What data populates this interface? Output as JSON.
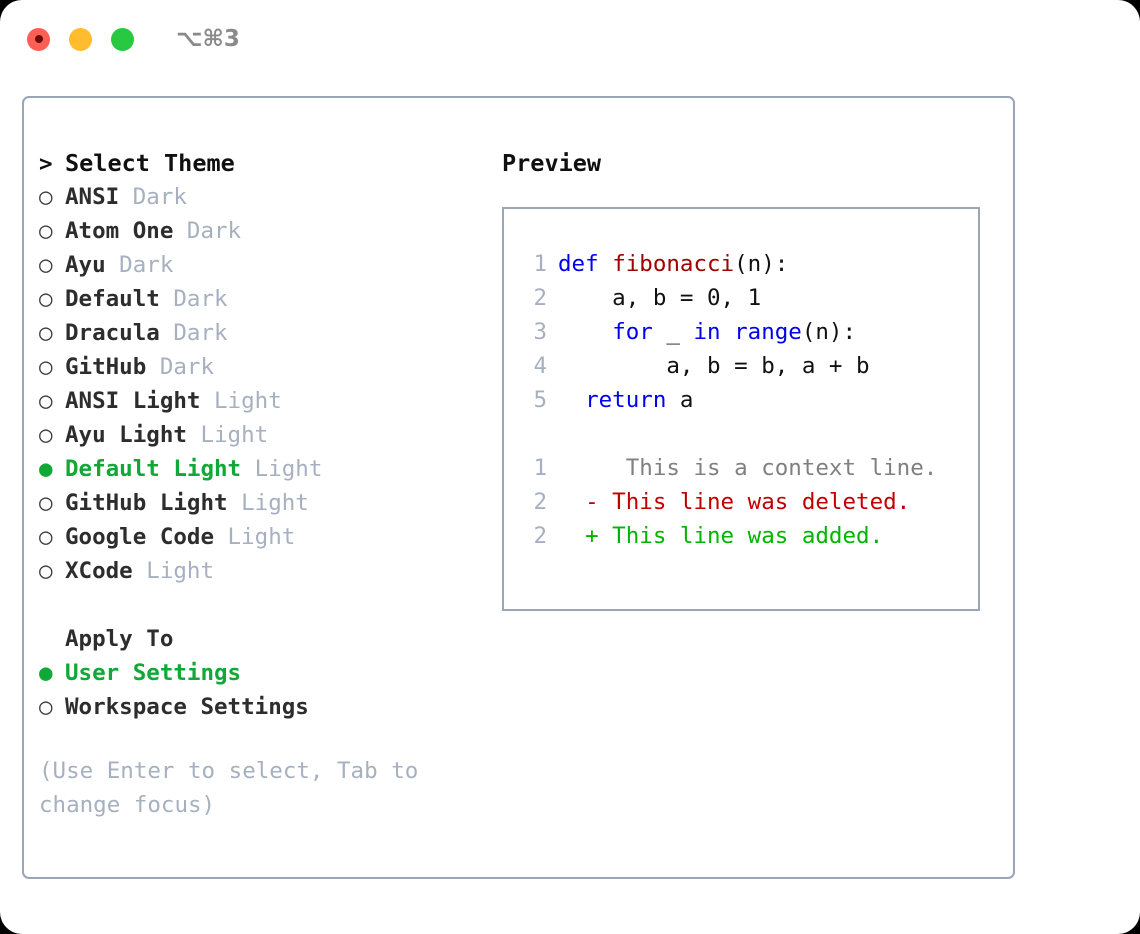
{
  "window": {
    "shortcut": "⌥⌘3",
    "traffic_lights": [
      {
        "name": "close",
        "color": "#fd5f57"
      },
      {
        "name": "minimize",
        "color": "#febc2e"
      },
      {
        "name": "maximize",
        "color": "#28c840"
      }
    ]
  },
  "theme_list": {
    "header": "Select Theme",
    "header_marker": ">",
    "marker_unselected": "○",
    "marker_selected": "●",
    "items": [
      {
        "name": "ANSI",
        "kind": "Dark",
        "selected": false
      },
      {
        "name": "Atom One",
        "kind": "Dark",
        "selected": false
      },
      {
        "name": "Ayu",
        "kind": "Dark",
        "selected": false
      },
      {
        "name": "Default",
        "kind": "Dark",
        "selected": false
      },
      {
        "name": "Dracula",
        "kind": "Dark",
        "selected": false
      },
      {
        "name": "GitHub",
        "kind": "Dark",
        "selected": false
      },
      {
        "name": "ANSI Light",
        "kind": "Light",
        "selected": false
      },
      {
        "name": "Ayu Light",
        "kind": "Light",
        "selected": false
      },
      {
        "name": "Default Light",
        "kind": "Light",
        "selected": true
      },
      {
        "name": "GitHub Light",
        "kind": "Light",
        "selected": false
      },
      {
        "name": "Google Code",
        "kind": "Light",
        "selected": false
      },
      {
        "name": "XCode",
        "kind": "Light",
        "selected": false
      }
    ]
  },
  "apply_to": {
    "header": "Apply To",
    "items": [
      {
        "name": "User Settings",
        "selected": true
      },
      {
        "name": "Workspace Settings",
        "selected": false
      }
    ]
  },
  "hint": "(Use Enter to select, Tab to change focus)",
  "preview": {
    "title": "Preview",
    "code_lines": [
      {
        "num": "1",
        "tokens": [
          {
            "t": "def ",
            "c": "kw"
          },
          {
            "t": "fibonacci",
            "c": "fn"
          },
          {
            "t": "(n):",
            "c": "txt"
          }
        ]
      },
      {
        "num": "2",
        "tokens": [
          {
            "t": "    a, b = 0, 1",
            "c": "txt"
          }
        ]
      },
      {
        "num": "3",
        "tokens": [
          {
            "t": "    ",
            "c": "txt"
          },
          {
            "t": "for ",
            "c": "kw"
          },
          {
            "t": "_ ",
            "c": "txt"
          },
          {
            "t": "in ",
            "c": "kw"
          },
          {
            "t": "range",
            "c": "kw"
          },
          {
            "t": "(n):",
            "c": "txt"
          }
        ]
      },
      {
        "num": "4",
        "tokens": [
          {
            "t": "        a, b = b, a + b",
            "c": "txt"
          }
        ]
      },
      {
        "num": "5",
        "tokens": [
          {
            "t": "  ",
            "c": "txt"
          },
          {
            "t": "return ",
            "c": "kw"
          },
          {
            "t": "a",
            "c": "txt"
          }
        ]
      }
    ],
    "diff_lines": [
      {
        "num": "1",
        "marker": " ",
        "text": "  This is a context line.",
        "c": "ctx"
      },
      {
        "num": "2",
        "marker": "-",
        "text": " This line was deleted.",
        "c": "del"
      },
      {
        "num": "2",
        "marker": "+",
        "text": " This line was added.",
        "c": "add"
      }
    ]
  },
  "colors": {
    "accent_green": "#12a838",
    "border": "#9aa5b6",
    "muted": "#a7b0c0",
    "keyword_blue": "#0000ee",
    "function_red": "#a00000",
    "diff_deleted": "#c00000",
    "diff_added": "#00b500"
  }
}
